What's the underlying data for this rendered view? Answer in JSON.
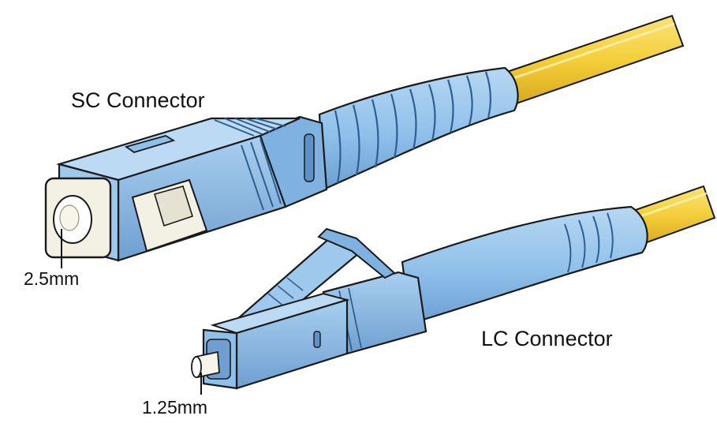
{
  "labels": {
    "sc_connector": "SC Connector",
    "lc_connector": "LC Connector",
    "sc_ferrule_size": "2.5mm",
    "lc_ferrule_size": "1.25mm"
  },
  "colors": {
    "cable": "#f4cf3a",
    "cable_edge": "#b8901a",
    "body_blue": "#8fc0ea",
    "body_blue_dark": "#5f93c8",
    "body_blue_light": "#c3def5",
    "outline": "#1a1a1a",
    "ferrule": "#f7f4ea"
  }
}
